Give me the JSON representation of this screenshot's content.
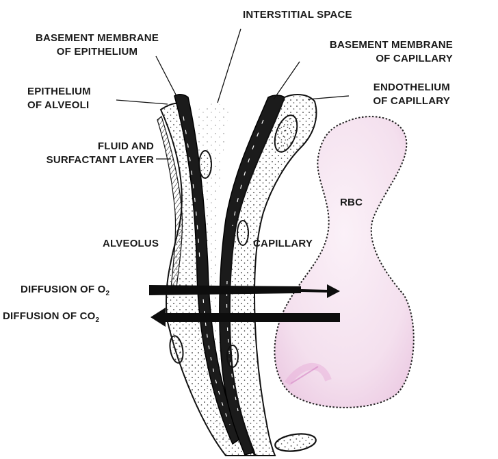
{
  "labels": {
    "interstitial_space": "INTERSTITIAL SPACE",
    "basement_membrane_epithelium": [
      "BASEMENT MEMBRANE",
      "OF EPITHELIUM"
    ],
    "basement_membrane_capillary": [
      "BASEMENT MEMBRANE",
      "OF CAPILLARY"
    ],
    "epithelium_alveoli": [
      "EPITHELIUM",
      "OF ALVEOLI"
    ],
    "endothelium_capillary": [
      "ENDOTHELIUM",
      "OF CAPILLARY"
    ],
    "fluid_surfactant": [
      "FLUID AND",
      "SURFACTANT LAYER"
    ],
    "rbc": "RBC",
    "alveolus": "ALVEOLUS",
    "capillary": "CAPILLARY",
    "diffusion_o2": {
      "text": "DIFFUSION OF O",
      "sub": "2"
    },
    "diffusion_co2": {
      "text": "DIFFUSION OF CO",
      "sub": "2"
    }
  },
  "colors": {
    "rbc_fill": "#f5e3f0",
    "rbc_tint": "#e7a9d8",
    "ink": "#111111"
  }
}
